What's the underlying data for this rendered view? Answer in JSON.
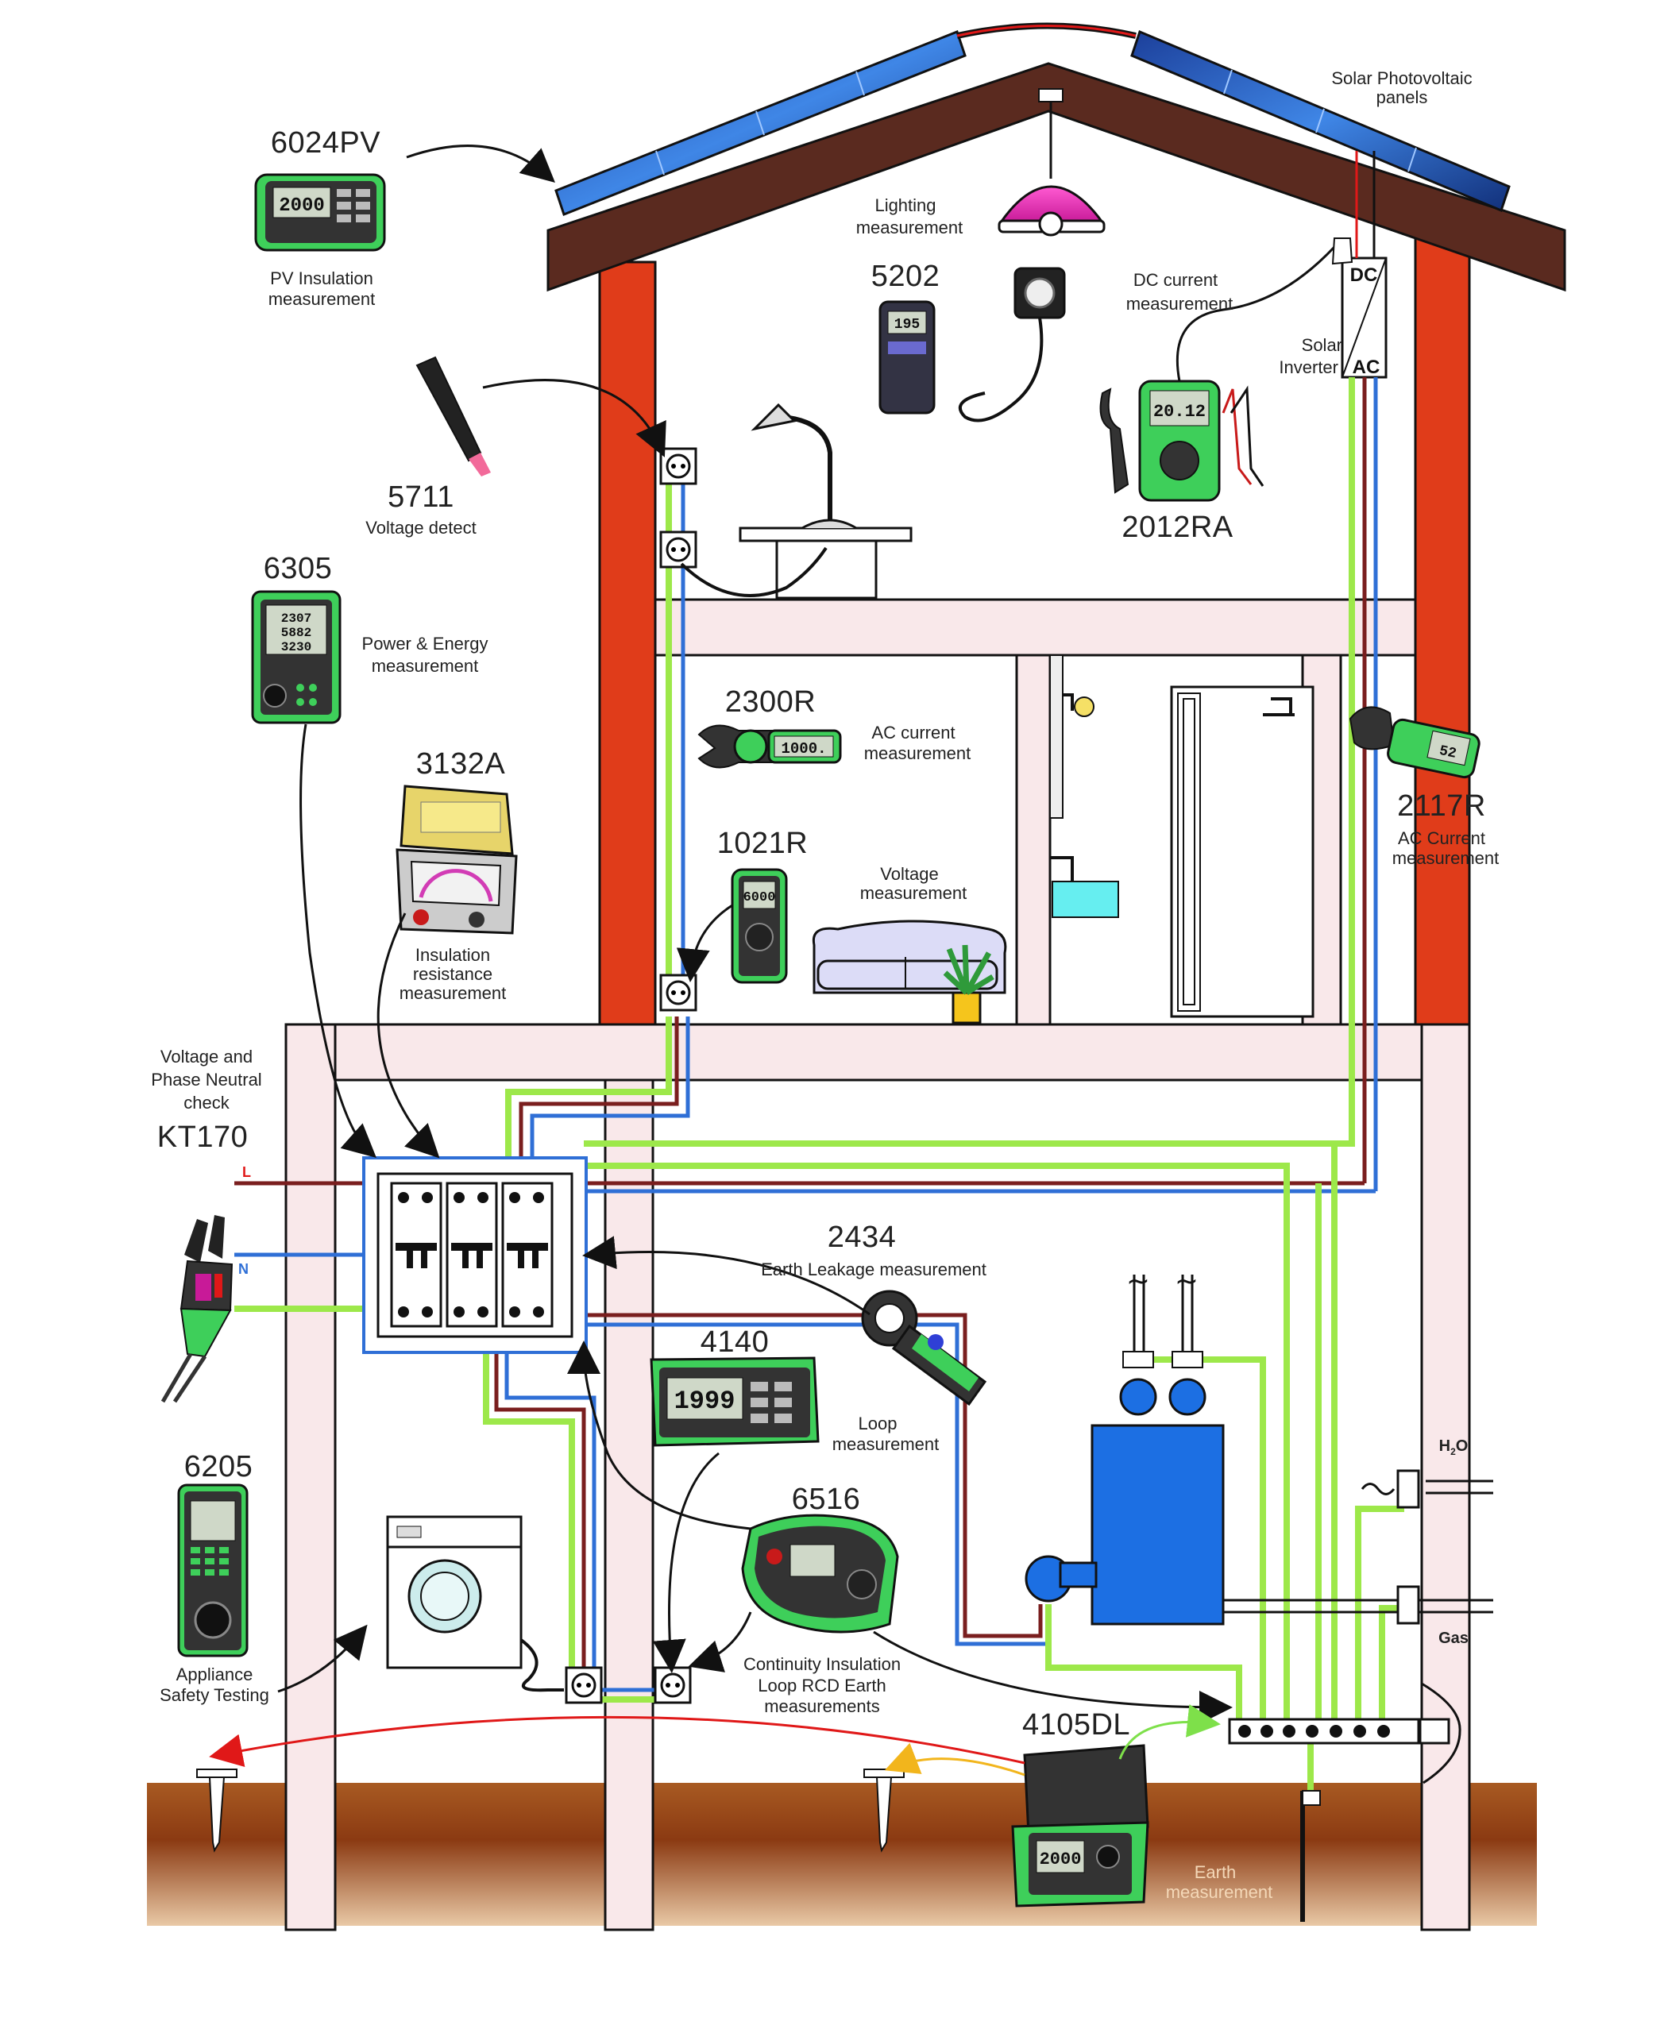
{
  "title": "",
  "labels": {
    "m6024pv": "6024PV",
    "pv_insulation_1": "PV Insulation",
    "pv_insulation_2": "measurement",
    "m5711": "5711",
    "voltage_detect": "Voltage detect",
    "m6305": "6305",
    "power_energy_1": "Power & Energy",
    "power_energy_2": "measurement",
    "m3132a": "3132A",
    "insulation_1": "Insulation",
    "insulation_2": "resistance",
    "insulation_3": "measurement",
    "voltage_phase_1": "Voltage and",
    "voltage_phase_2": "Phase Neutral",
    "voltage_phase_3": "check",
    "mkt170": "KT170",
    "wire_l": "L",
    "wire_n": "N",
    "m6205": "6205",
    "appliance_1": "Appliance",
    "appliance_2": "Safety Testing",
    "lighting_1": "Lighting",
    "lighting_2": "measurement",
    "m5202": "5202",
    "dc_current_1": "DC current",
    "dc_current_2": "measurement",
    "solar_pv_1": "Solar Photovoltaic",
    "solar_pv_2": "panels",
    "solar_inverter_1": "Solar",
    "solar_inverter_2": "Inverter",
    "inv_dc": "DC",
    "inv_ac": "AC",
    "m2012ra": "2012RA",
    "m2300r": "2300R",
    "ac_current_1": "AC current",
    "ac_current_2": "measurement",
    "m1021r": "1021R",
    "voltage_1": "Voltage",
    "voltage_2": "measurement",
    "m2117r": "2117R",
    "ac_current2_1": "AC Current",
    "ac_current2_2": "measurement",
    "m2434": "2434",
    "earth_leakage": "Earth Leakage measurement",
    "m4140": "4140",
    "loop_1": "Loop",
    "loop_2": "measurement",
    "m6516": "6516",
    "continuity_1": "Continuity Insulation",
    "continuity_2": "Loop RCD Earth",
    "continuity_3": "measurements",
    "m4105dl": "4105DL",
    "earth_1": "Earth",
    "earth_2": "measurement",
    "h2o": "H",
    "h2o_sub": "2",
    "h2o_end": "O",
    "gas": "Gas",
    "screen_6024": "2000",
    "screen_5202": "195",
    "screen_2012": "20.12",
    "screen_6305_1": "2307",
    "screen_6305_2": "5882",
    "screen_6305_3": "3230",
    "screen_2300": "1000.",
    "screen_1021": "6000",
    "screen_2117": "52",
    "screen_4140": "1999",
    "screen_4105": "2000"
  },
  "colors": {
    "roof": "#5a2a1f",
    "wall": "#e03c1a",
    "ground": "#8b3a12",
    "live": "#7a1e1e",
    "neutral": "#2f6fd6",
    "earth": "#9de84a",
    "instrument": "#3ecf5a",
    "panel": "#1f4fa8"
  }
}
